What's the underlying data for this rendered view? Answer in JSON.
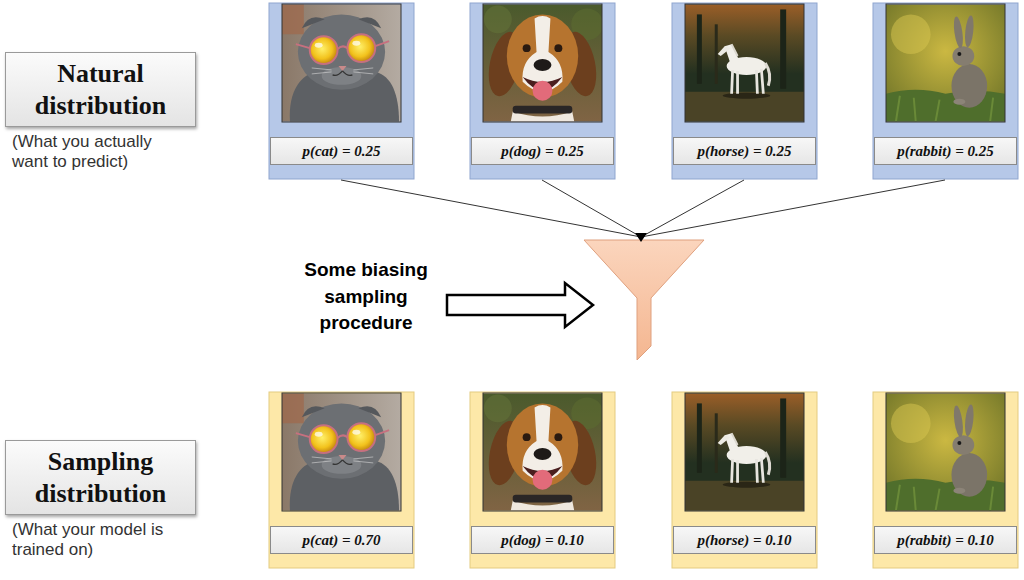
{
  "diagram": {
    "nodes": [
      {
        "text": [
          "Natural distribution"
        ]
      },
      {
        "text": [
          "p(cat) = 0.25"
        ]
      },
      {
        "text": [
          "p(dog) = 0.25"
        ]
      },
      {
        "text": [
          "p(horse) = 0.25"
        ]
      },
      {
        "text": [
          "p(rabbit) = 0.25"
        ]
      },
      {
        "text": [
          "Sampling distribution"
        ]
      },
      {
        "text": [
          "p(cat) = 0.70"
        ]
      },
      {
        "text": [
          "p(dog) = 0.10"
        ]
      },
      {
        "text": [
          "p(horse) = 0.10"
        ]
      },
      {
        "text": [
          "p(rabbit) = 0.10"
        ]
      }
    ],
    "labels": [
      "(What you actually want to predict)",
      "Some biasing sampling procedure",
      "(What your model is trained on)"
    ]
  }
}
